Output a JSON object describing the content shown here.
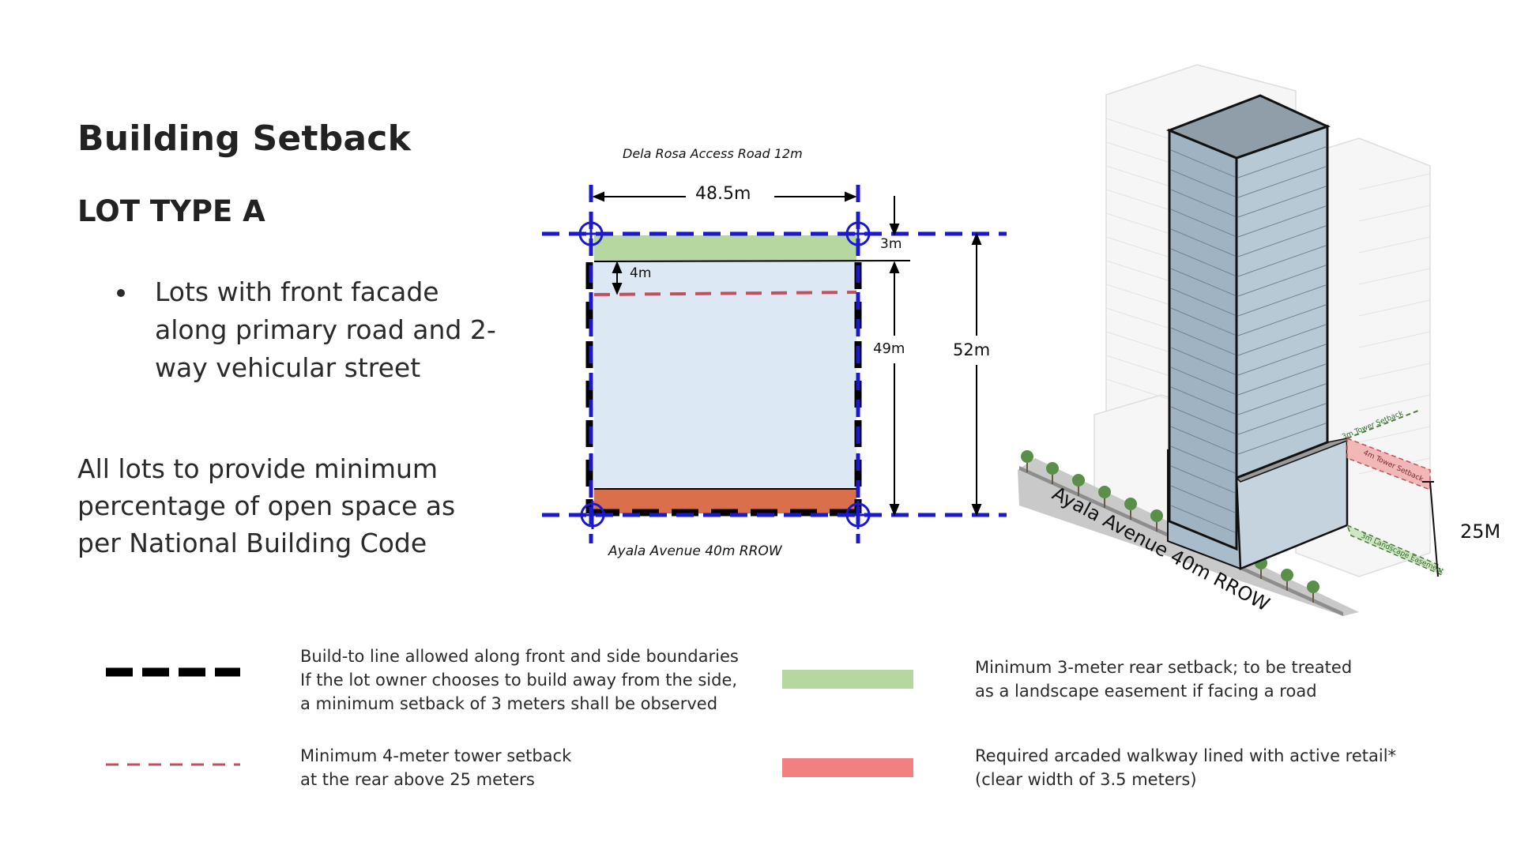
{
  "heading": {
    "title": "Building Setback",
    "subtitle": "LOT TYPE A"
  },
  "bullets": [
    "Lots with front facade along primary road and 2-way vehicular street"
  ],
  "note": "All lots to provide minimum percentage of open space as per National Building Code",
  "plan": {
    "top_road": "Dela Rosa Access Road 12m",
    "bottom_road": "Ayala Avenue 40m RROW",
    "width_dim": "48.5m",
    "rear_setback_dim": "3m",
    "tower_setback_dim": "4m",
    "lot_depth_dim": "49m",
    "total_depth_dim": "52m"
  },
  "iso": {
    "street_label": "Ayala Avenue 40m RROW",
    "label_tower_setback_3m": "3m Tower Setback",
    "label_tower_setback_4m": "4m Tower Setback",
    "label_landscape": "3m Landscape Easement",
    "height_dim": "25M"
  },
  "legend": [
    {
      "swatch": "black-dashed-line",
      "lines": [
        "Build-to line allowed along front and side boundaries",
        "If the lot owner chooses to build away from the side,",
        "a minimum setback of 3 meters shall be observed"
      ]
    },
    {
      "swatch": "red-dashed-line",
      "lines": [
        "Minimum 4-meter tower setback",
        "at the rear above 25 meters"
      ]
    },
    {
      "swatch": "green-band",
      "lines": [
        "Minimum 3-meter rear setback; to be treated",
        "as a landscape easement if facing a road"
      ]
    },
    {
      "swatch": "red-band",
      "lines": [
        "Required arcaded walkway lined with active retail*",
        "(clear width of 3.5 meters)"
      ]
    }
  ],
  "colors": {
    "lot_fill": "#dde8f5",
    "landscape_green": "#b6d7a0",
    "arcade_orange": "#d9704b",
    "arcade_red": "#f28080",
    "boundary_blue": "#1a1acc",
    "tower_setback_red": "#c0505a",
    "build_to_black": "#000000"
  }
}
